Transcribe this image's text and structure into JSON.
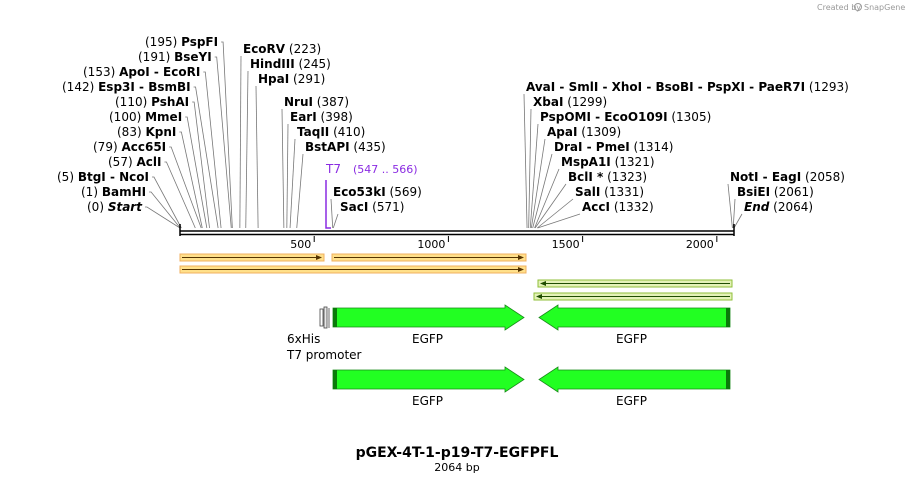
{
  "credit": "Created by",
  "brand": "SnapGene",
  "title": "pGEX-4T-1-p19-T7-EGFPFL",
  "length_label": "2064 bp",
  "sequence_length": 2064,
  "tick_labels": [
    "500",
    "1000",
    "1500",
    "2000"
  ],
  "colors": {
    "orf_fill": "#ffe08a",
    "orf_border": "#f0b060",
    "orf_rev_fill": "#e4f2b8",
    "orf_rev_border": "#8fbf3a",
    "egfp": "#22ff22",
    "primer": "#8a2be2"
  },
  "primer": {
    "name": "T7",
    "range": "(547 .. 566)"
  },
  "site_labels": [
    {
      "pos": "(195)",
      "names": "PspFI"
    },
    {
      "pos": "(191)",
      "names": "BseYI"
    },
    {
      "pos": "(153)",
      "names": "ApoI  - EcoRI"
    },
    {
      "pos": "(142)",
      "names": "Esp3I  - BsmBI"
    },
    {
      "pos": "(110)",
      "names": "PshAI"
    },
    {
      "pos": "(100)",
      "names": "MmeI"
    },
    {
      "pos": "(83)",
      "names": "KpnI"
    },
    {
      "pos": "(79)",
      "names": "Acc65I"
    },
    {
      "pos": "(57)",
      "names": "AclI"
    },
    {
      "pos": "(5)",
      "names": "BtgI  - NcoI"
    },
    {
      "pos": "(1)",
      "names": "BamHI"
    },
    {
      "pos": "(0)",
      "names": "Start",
      "italic": true
    },
    {
      "pos": "(223)",
      "names": "EcoRV"
    },
    {
      "pos": "(245)",
      "names": "HindIII"
    },
    {
      "pos": "(291)",
      "names": "HpaI"
    },
    {
      "pos": "(387)",
      "names": "NruI"
    },
    {
      "pos": "(398)",
      "names": "EarI"
    },
    {
      "pos": "(410)",
      "names": "TaqII"
    },
    {
      "pos": "(435)",
      "names": "BstAPI"
    },
    {
      "pos": "(569)",
      "names": "Eco53kI"
    },
    {
      "pos": "(571)",
      "names": "SacI"
    },
    {
      "pos": "(1293)",
      "names": "AvaI  - SmlI  - XhoI  - BsoBI  - PspXI  - PaeR7I"
    },
    {
      "pos": "(1299)",
      "names": "XbaI"
    },
    {
      "pos": "(1305)",
      "names": "PspOMI  - EcoO109I"
    },
    {
      "pos": "(1309)",
      "names": "ApaI"
    },
    {
      "pos": "(1314)",
      "names": "DraI  - PmeI"
    },
    {
      "pos": "(1321)",
      "names": "MspA1I"
    },
    {
      "pos": "(1323)",
      "names": "BclI *"
    },
    {
      "pos": "(1331)",
      "names": "SalI"
    },
    {
      "pos": "(1332)",
      "names": "AccI"
    },
    {
      "pos": "(2058)",
      "names": "NotI  - EagI"
    },
    {
      "pos": "(2061)",
      "names": "BsiEI"
    },
    {
      "pos": "(2064)",
      "names": "End",
      "italic": true
    }
  ],
  "features": {
    "his": "6xHis",
    "t7_promoter": "T7 promoter",
    "egfp_labels": [
      "EGFP",
      "EGFP",
      "EGFP",
      "EGFP"
    ]
  }
}
